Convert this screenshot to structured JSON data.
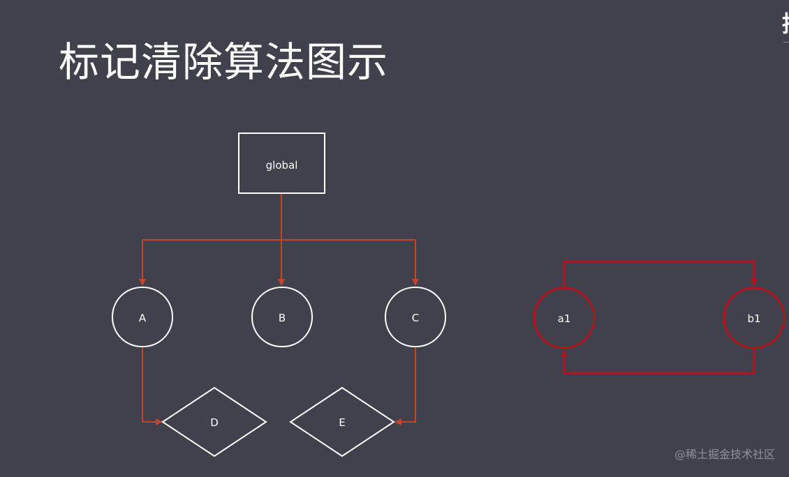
{
  "title": "标记清除算法图示",
  "edge_glyph": "拼",
  "watermark": "@稀土掘金技术社区",
  "colors": {
    "background": "#40414c",
    "node_stroke": "#ffffff",
    "reference_arrow": "#c0462d",
    "cycle_stroke": "#b3141b"
  },
  "nodes": {
    "global": "global",
    "A": "A",
    "B": "B",
    "C": "C",
    "D": "D",
    "E": "E",
    "a1": "a1",
    "b1": "b1"
  }
}
